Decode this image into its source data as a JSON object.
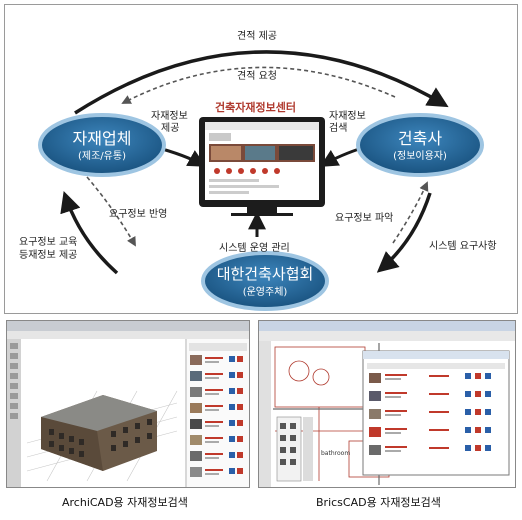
{
  "diagram": {
    "top_arrow_label": "견적 제공",
    "inner_arrow_label": "견적 요청",
    "left_node": {
      "title": "자재업체",
      "subtitle": "(제조/유통)"
    },
    "right_node": {
      "title": "건축사",
      "subtitle": "(정보이용자)"
    },
    "bottom_node": {
      "title": "대한건축사협회",
      "subtitle": "(운영주체)"
    },
    "center_label": "건축자재정보센터",
    "left_monitor_label": [
      "자재정보",
      "제공"
    ],
    "right_monitor_label": [
      "자재정보",
      "검색"
    ],
    "left_down_label": "요구정보 반영",
    "left_up_label": [
      "요구정보 교육",
      "등재정보 제공"
    ],
    "right_down_label": "요구정보 파악",
    "right_up_label": "시스템 요구사항",
    "bottom_center_label": "시스템 운영 관리",
    "colors": {
      "node_fill": "#1f5f8f",
      "node_stroke": "#9ec5e2",
      "arrow": "#1a1a1a",
      "dashed": "#555555"
    }
  },
  "screenshots": {
    "left_caption": "ArchiCAD용 자재정보검색",
    "right_caption": "BricsCAD용 자재정보검색",
    "right_room_label": "bathroom"
  }
}
